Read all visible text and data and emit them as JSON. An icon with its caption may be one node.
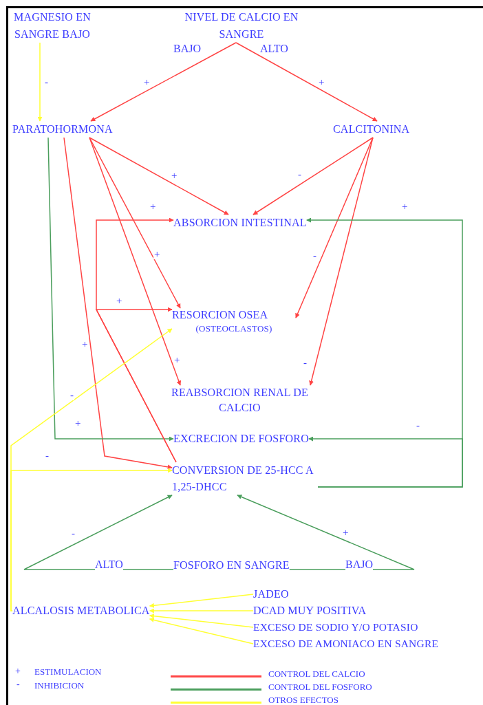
{
  "diagram": {
    "nodes": [
      {
        "text": [
          "MAGNESIO EN SANGRE BAJO"
        ]
      },
      {
        "text": [
          "NIVEL DE CALCIO EN SANGRE"
        ]
      },
      {
        "text": [
          "PARATOHORMONA"
        ]
      },
      {
        "text": [
          "CALCITONINA"
        ]
      },
      {
        "text": [
          "ABSORCION INTESTINAL"
        ]
      },
      {
        "text": [
          "RESORCION OSEA",
          "(OSTEOCLASTOS)"
        ]
      },
      {
        "text": [
          "REABSORCION RENAL DE CALCIO"
        ]
      },
      {
        "text": [
          "EXCRECION DE FOSFORO"
        ]
      },
      {
        "text": [
          "CONVERSION DE 25-HCC A 1,25-DHCC"
        ]
      },
      {
        "text": [
          "FOSFORO EN SANGRE"
        ]
      },
      {
        "text": [
          "ALCALOSIS METABOLICA"
        ]
      },
      {
        "text": [
          "JADEO"
        ]
      },
      {
        "text": [
          "DCAD MUY POSITIVA"
        ]
      },
      {
        "text": [
          "EXCESO DE SODIO Y/O POTASIO"
        ]
      },
      {
        "text": [
          "EXCESO DE AMONIACO EN SANGRE"
        ]
      }
    ],
    "edges": [
      {
        "from": 0,
        "to": 2,
        "arrow": "to",
        "label": "-",
        "color": "#ffff33"
      },
      {
        "from": 1,
        "to": 2,
        "arrow": "to",
        "label": "+"
      },
      {
        "from": 1,
        "to": 3,
        "arrow": "to",
        "label": "+"
      },
      {
        "from": 2,
        "to": 4,
        "arrow": "to",
        "label": "+"
      },
      {
        "from": 2,
        "to": 5,
        "arrow": "to",
        "label": "+"
      },
      {
        "from": 2,
        "to": 6,
        "arrow": "to",
        "label": "+"
      },
      {
        "from": 3,
        "to": 4,
        "arrow": "to",
        "label": "-"
      },
      {
        "from": 3,
        "to": 5,
        "arrow": "to",
        "label": "-"
      },
      {
        "from": 3,
        "to": 6,
        "arrow": "to",
        "label": "-"
      },
      {
        "from": 2,
        "to": 8,
        "arrow": "to",
        "label": "+"
      },
      {
        "from": 2,
        "to": 7,
        "arrow": "to",
        "label": "+",
        "color": "#4a9e5c"
      },
      {
        "from": 8,
        "to": 4,
        "arrow": "to",
        "label": "+"
      },
      {
        "from": 8,
        "to": 5,
        "arrow": "to",
        "label": "+"
      },
      {
        "from": 8,
        "to": 4,
        "arrow": "to",
        "label": "+",
        "color": "#4a9e5c"
      },
      {
        "from": 8,
        "to": 7,
        "arrow": "to",
        "label": "-",
        "color": "#4a9e5c"
      },
      {
        "from": 9,
        "to": 8,
        "arrow": "to",
        "label": "-",
        "color": "#4a9e5c"
      },
      {
        "from": 9,
        "to": 8,
        "arrow": "to",
        "label": "+",
        "color": "#4a9e5c"
      },
      {
        "from": 10,
        "to": 5,
        "arrow": "to",
        "label": "-",
        "color": "#ffff33"
      },
      {
        "from": 10,
        "to": 8,
        "arrow": "to",
        "label": "-",
        "color": "#ffff33"
      },
      {
        "from": 11,
        "to": 10,
        "arrow": "to",
        "color": "#ffff33"
      },
      {
        "from": 12,
        "to": 10,
        "arrow": "to",
        "color": "#ffff33"
      },
      {
        "from": 13,
        "to": 10,
        "arrow": "to",
        "color": "#ffff33"
      },
      {
        "from": 14,
        "to": 10,
        "arrow": "to",
        "color": "#ffff33"
      }
    ],
    "labels": [
      "BAJO",
      "ALTO",
      "ALTO",
      "BAJO",
      "+",
      "ESTIMULACION",
      "-",
      "INHIBICION"
    ],
    "legend": [
      {
        "text": "CONTROL DEL CALCIO",
        "color": "#ff4444"
      },
      {
        "text": "CONTROL DEL FOSFORO",
        "color": "#4a9e5c"
      },
      {
        "text": "OTROS EFECTOS",
        "color": "#ffff33"
      }
    ]
  }
}
